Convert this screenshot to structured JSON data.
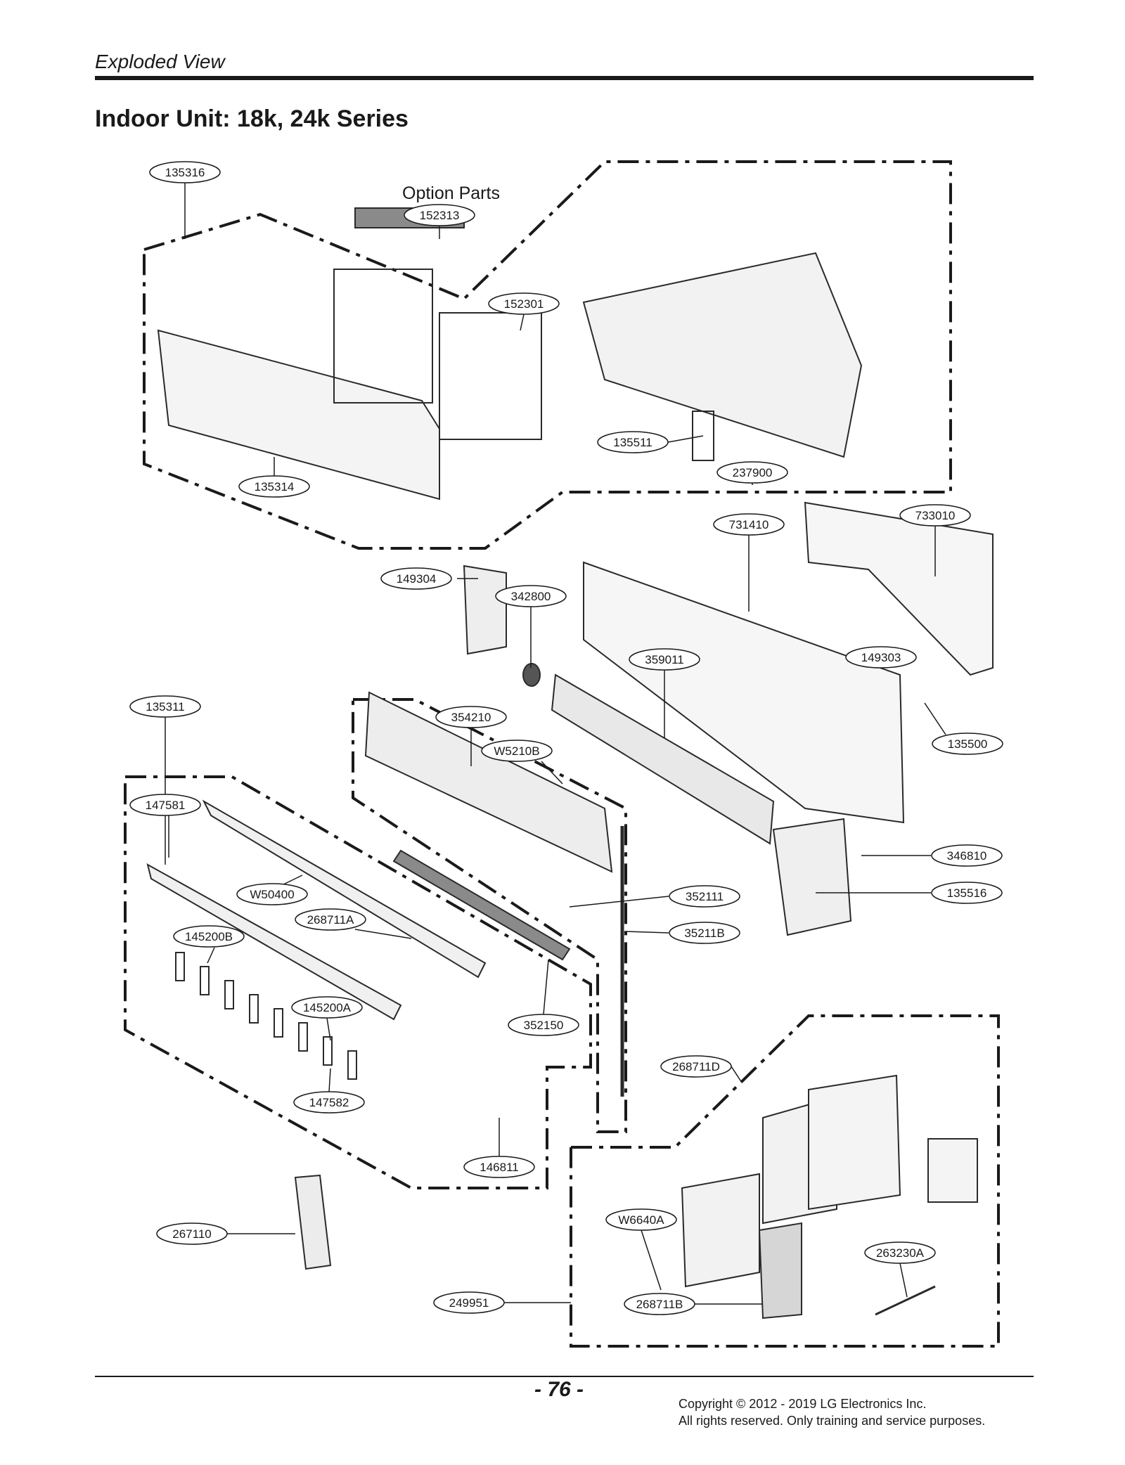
{
  "header": {
    "section": "Exploded View",
    "title": "Indoor Unit: 18k, 24k Series"
  },
  "diagram": {
    "option_caption": "Option Parts",
    "callouts": [
      "135316",
      "152313",
      "152301",
      "135511",
      "237900",
      "135314",
      "731410",
      "733010",
      "149304",
      "342800",
      "359011",
      "149303",
      "135500",
      "135311",
      "354210",
      "W5210B",
      "147581",
      "W50400",
      "268711A",
      "145200B",
      "352111",
      "35211B",
      "346810",
      "135516",
      "145200A",
      "352150",
      "147582",
      "146811",
      "268711D",
      "267110",
      "W6640A",
      "263230A",
      "249951",
      "268711B"
    ]
  },
  "footer": {
    "page_number": "- 76 -",
    "copyright_line1": "Copyright © 2012 - 2019 LG Electronics Inc.",
    "copyright_line2": "All rights reserved. Only training and service purposes."
  }
}
